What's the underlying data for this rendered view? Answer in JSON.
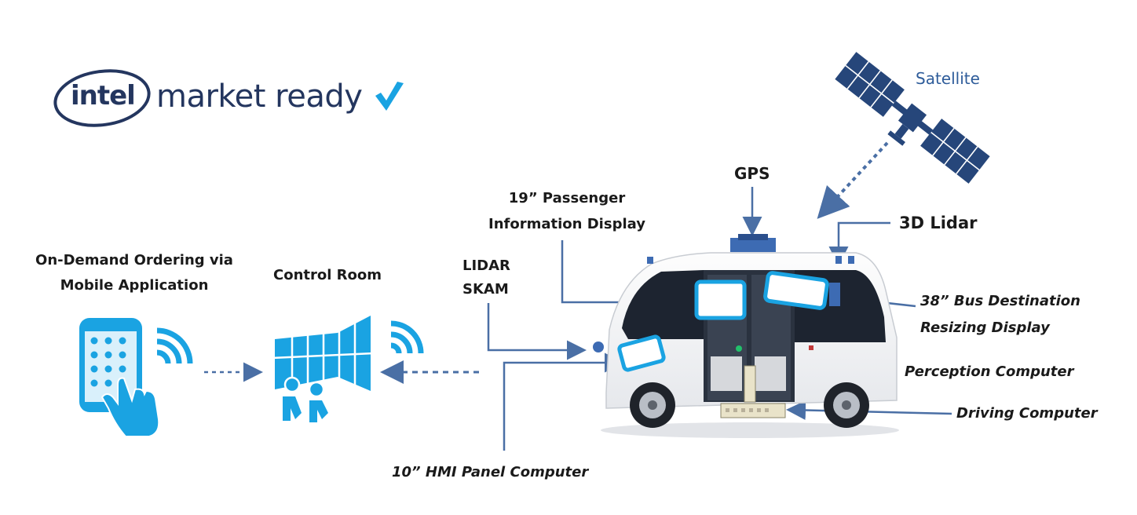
{
  "brand": {
    "intel": "intel",
    "tagline": "market ready"
  },
  "labels": {
    "satellite": "Satellite",
    "gps": "GPS",
    "lidar3d": "3D Lidar",
    "passenger_display": [
      "19” Passenger",
      "Information Display"
    ],
    "bus_destination": [
      "38” Bus Destination",
      "Resizing Display"
    ],
    "lidar_skam": [
      "LIDAR",
      "SKAM"
    ],
    "perception": "Perception Computer",
    "driving": "Driving Computer",
    "hmi": "10” HMI Panel Computer",
    "ordering": [
      "On-Demand Ordering via",
      "Mobile Application"
    ],
    "control_room": "Control Room"
  },
  "colors": {
    "brand_navy": "#24365f",
    "icon_blue": "#1aa3e2",
    "line_blue": "#4a6fa5",
    "satellite_navy": "#26467a"
  }
}
